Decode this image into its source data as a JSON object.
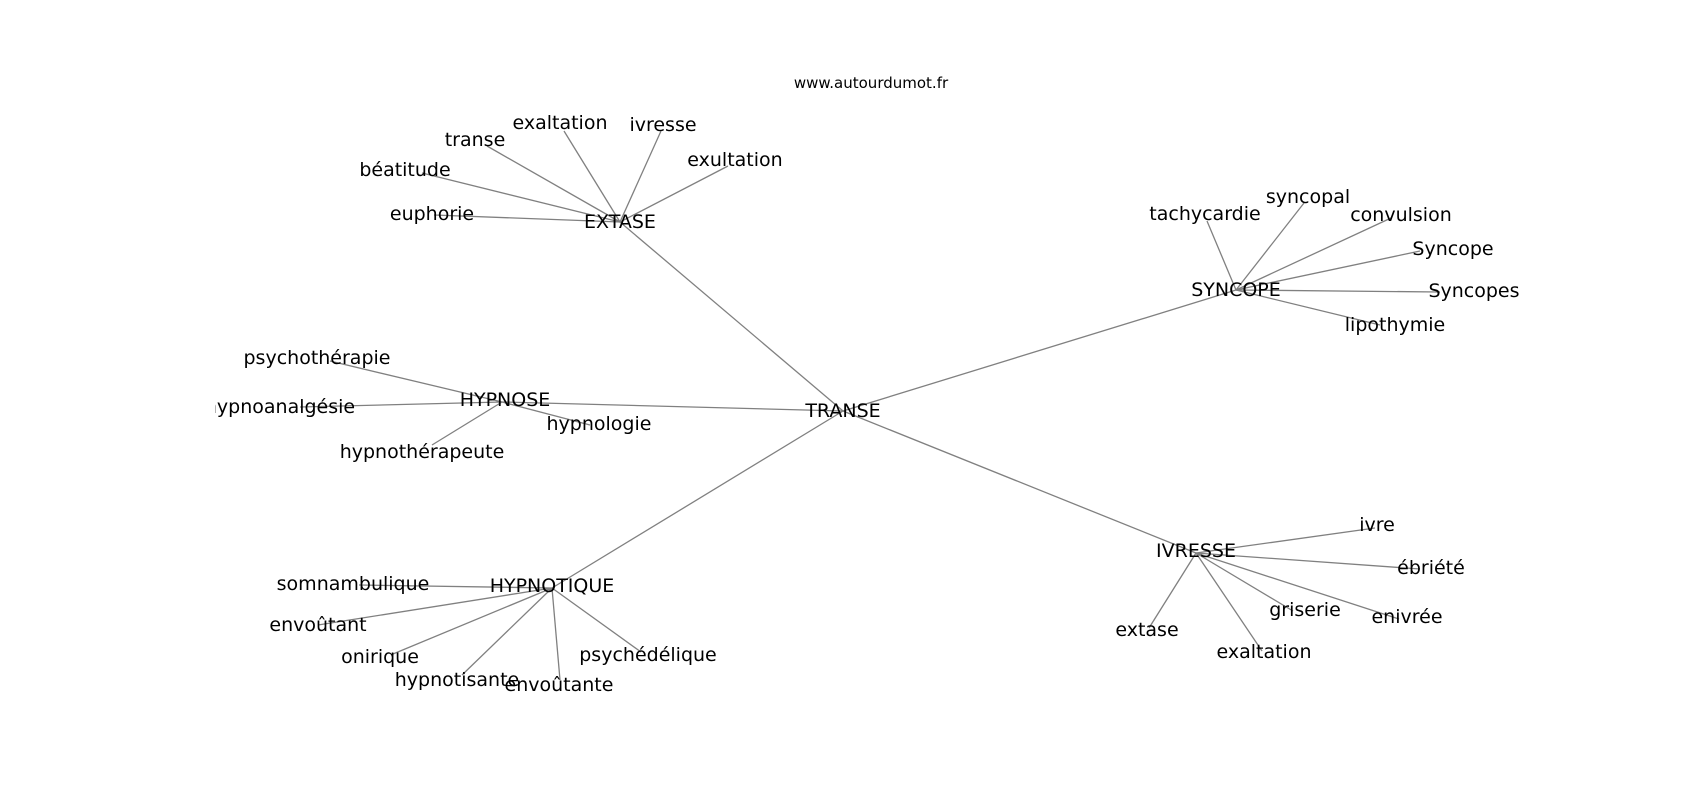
{
  "watermark": "www.autourdumot.fr",
  "colors": {
    "edge": "#808080",
    "text": "#000000",
    "background": "#ffffff"
  },
  "graph": {
    "center": "TRANSE",
    "clusters": [
      {
        "hub": "EXTASE",
        "leaves": [
          "transe",
          "exaltation",
          "ivresse",
          "exultation",
          "béatitude",
          "euphorie"
        ]
      },
      {
        "hub": "SYNCOPE",
        "leaves": [
          "tachycardie",
          "syncopal",
          "convulsion",
          "Syncope",
          "Syncopes",
          "lipothymie"
        ]
      },
      {
        "hub": "HYPNOSE",
        "leaves": [
          "psychothérapie",
          "hypnoanalgésie",
          "hypnologie",
          "hypnothérapeute"
        ]
      },
      {
        "hub": "HYPNOTIQUE",
        "leaves": [
          "somnambulique",
          "envoûtant",
          "onirique",
          "hypnotisante",
          "envoûtante",
          "psychédélique"
        ]
      },
      {
        "hub": "IVRESSE",
        "leaves": [
          "ivre",
          "ébriété",
          "griserie",
          "enivrée",
          "extase",
          "exaltation"
        ]
      }
    ]
  }
}
